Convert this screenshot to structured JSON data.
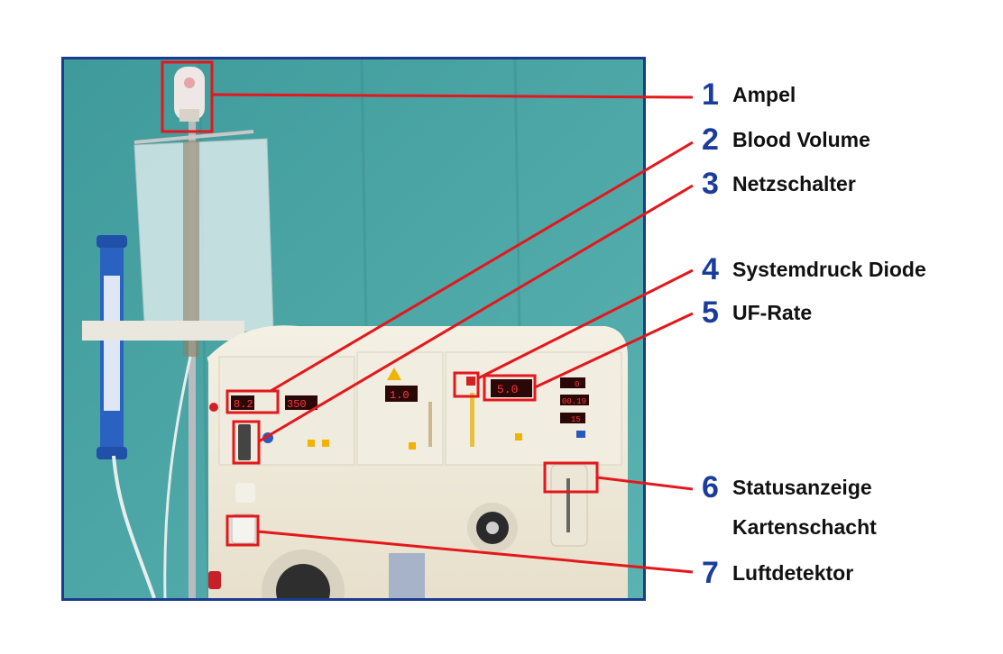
{
  "colors": {
    "frame": "#1a3c8c",
    "callout": "#e3171c",
    "number": "#1a3c9c",
    "drape": "#4aa3a3"
  },
  "displays": {
    "blood_volume": "8.2",
    "blood_pump": "350",
    "middle": "1.0",
    "uf_rate": "5.0",
    "right_small_1": "0",
    "right_small_2": "00.19",
    "right_small_3": "15"
  },
  "labels": [
    {
      "num": "1",
      "text": "Ampel"
    },
    {
      "num": "2",
      "text": "Blood Volume"
    },
    {
      "num": "3",
      "text": "Netzschalter"
    },
    {
      "num": "4",
      "text": "Systemdruck Diode"
    },
    {
      "num": "5",
      "text": "UF-Rate"
    },
    {
      "num": "6",
      "text": "Statusanzeige"
    },
    {
      "num": "",
      "text": "Kartenschacht"
    },
    {
      "num": "7",
      "text": "Luftdetektor"
    }
  ]
}
